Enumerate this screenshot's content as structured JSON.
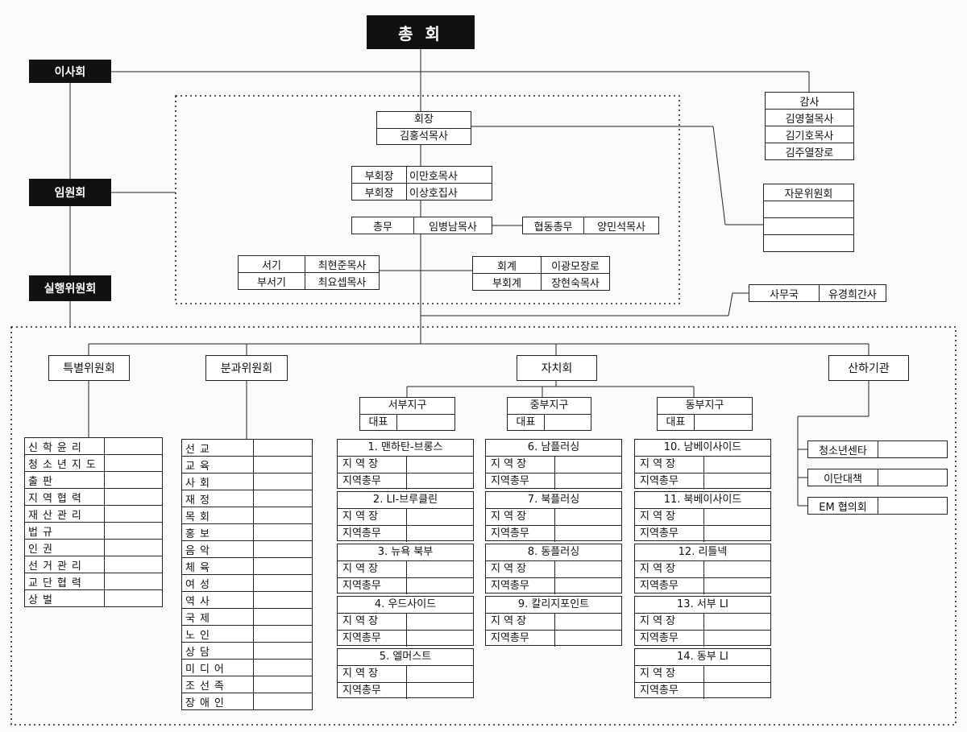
{
  "top": {
    "general_assembly": "총 회",
    "board": "이사회",
    "officers": "임원회",
    "executive": "실행위원회"
  },
  "president": {
    "title": "회장",
    "name": "김홍석목사"
  },
  "vice_presidents": [
    {
      "role": "부회장",
      "name": "이만호목사"
    },
    {
      "role": "부회장",
      "name": "이상호집사"
    }
  ],
  "general_affairs": {
    "role": "총무",
    "name": "임병남목사"
  },
  "coop_affairs": {
    "role": "협동총무",
    "name": "양민석목사"
  },
  "secretaries": [
    {
      "role": "서기",
      "name": "최현준목사"
    },
    {
      "role": "부서기",
      "name": "최요셉목사"
    }
  ],
  "treasurers": [
    {
      "role": "회계",
      "name": "이광모장로"
    },
    {
      "role": "부회계",
      "name": "장현숙목사"
    }
  ],
  "auditors": {
    "title": "감사",
    "names": [
      "김영철목사",
      "김기호목사",
      "김주열장로"
    ]
  },
  "advisory": {
    "title": "자문위원회"
  },
  "office": {
    "role": "사무국",
    "name": "유경희간사"
  },
  "branches": {
    "special": "특별위원회",
    "division": "분과위원회",
    "autonomous": "자치회",
    "affiliate": "산하기관"
  },
  "special_committees": [
    "신학윤리",
    "청소년지도",
    "출판",
    "지역협력",
    "재산관리",
    "법규",
    "인권",
    "선거관리",
    "교단협력",
    "상벌"
  ],
  "division_committees": [
    "선교",
    "교육",
    "사회",
    "재정",
    "목회",
    "홍보",
    "음악",
    "체육",
    "여성",
    "역사",
    "국제",
    "노인",
    "상담",
    "미디어",
    "조선족",
    "장애인"
  ],
  "districts": [
    {
      "name": "서부지구",
      "rep": "대표"
    },
    {
      "name": "중부지구",
      "rep": "대표"
    },
    {
      "name": "동부지구",
      "rep": "대표"
    }
  ],
  "region_roles": {
    "leader": "지 역 장",
    "secretary": "지역총무"
  },
  "regions_west": [
    "1. 맨하탄-브롱스",
    "2. LI-브루클린",
    "3. 뉴욕 북부",
    "4. 우드사이드",
    "5. 엘머스트"
  ],
  "regions_central": [
    "6. 남플러싱",
    "7. 북플러싱",
    "8. 동플러싱",
    "9. 칼리지포인트"
  ],
  "regions_east": [
    "10. 남베이사이드",
    "11. 북베이사이드",
    "12. 리틀넥",
    "13. 서부 LI",
    "14. 동부 LI"
  ],
  "affiliates": [
    "청소년센타",
    "이단대책",
    "EM 협의회"
  ]
}
